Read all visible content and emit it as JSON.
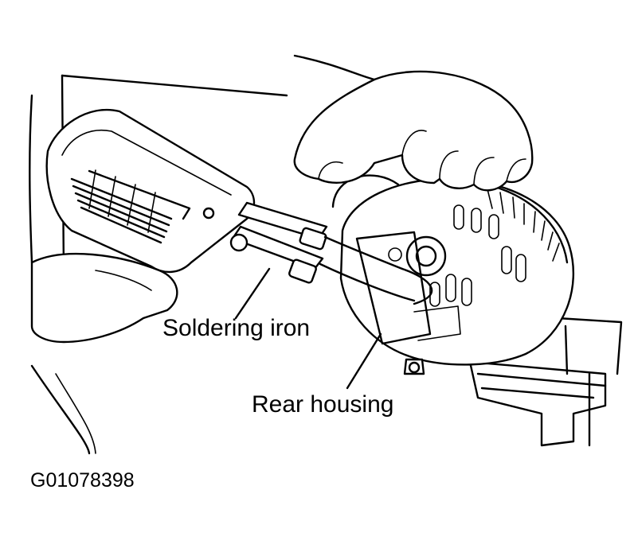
{
  "labels": {
    "soldering_iron": "Soldering iron",
    "rear_housing": "Rear housing"
  },
  "figure_id": "G01078398",
  "colors": {
    "ink": "#000000",
    "paper": "#ffffff"
  }
}
